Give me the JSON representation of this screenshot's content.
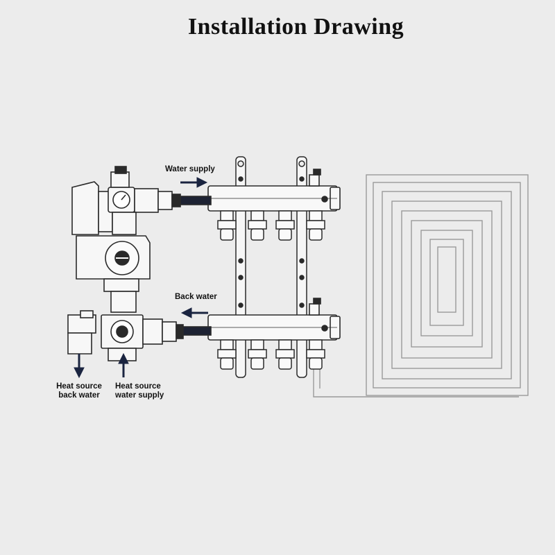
{
  "title": "Installation Drawing",
  "labels": {
    "water_supply": "Water supply",
    "back_water": "Back water",
    "heat_source_back_water_line1": "Heat source",
    "heat_source_back_water_line2": "back water",
    "heat_source_water_supply_line1": "Heat source",
    "heat_source_water_supply_line2": "water supply"
  },
  "colors": {
    "background": "#ececec",
    "line": "#2a2a2a",
    "arrow": "#1a2440",
    "floor_loop": "#9a9a9a"
  }
}
